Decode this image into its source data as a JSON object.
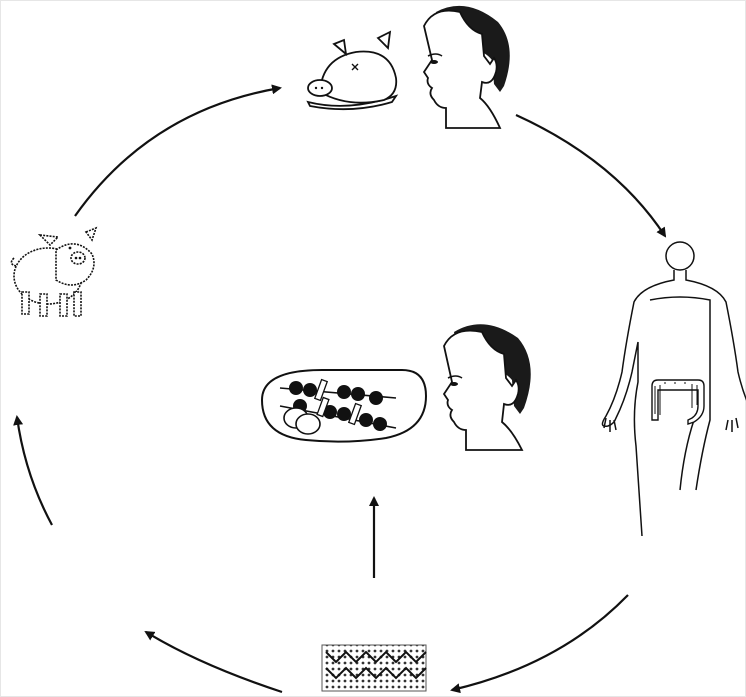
{
  "diagram": {
    "kind": "life-cycle",
    "nodes": [
      {
        "id": "roast-pig-and-man",
        "icons": [
          "roast-pig-platter-icon",
          "man-head-icon"
        ]
      },
      {
        "id": "human-body",
        "icons": [
          "human-body-icon",
          "intestine-icon"
        ]
      },
      {
        "id": "egg-stage",
        "icons": [
          "egg-cluster-icon"
        ]
      },
      {
        "id": "live-pig",
        "icons": [
          "pig-icon"
        ]
      },
      {
        "id": "skewers-and-man",
        "icons": [
          "meat-skewer-plate-icon",
          "man-head-icon"
        ]
      }
    ],
    "edges": [
      {
        "from": "live-pig",
        "to": "roast-pig-and-man"
      },
      {
        "from": "roast-pig-and-man",
        "to": "human-body"
      },
      {
        "from": "human-body",
        "to": "egg-stage"
      },
      {
        "from": "egg-stage",
        "to": "live-pig"
      },
      {
        "from": "egg-stage",
        "to": "skewers-and-man"
      }
    ],
    "colors": {
      "line": "#111111",
      "fill_dark": "#1a1a1a",
      "background": "#ffffff"
    }
  }
}
